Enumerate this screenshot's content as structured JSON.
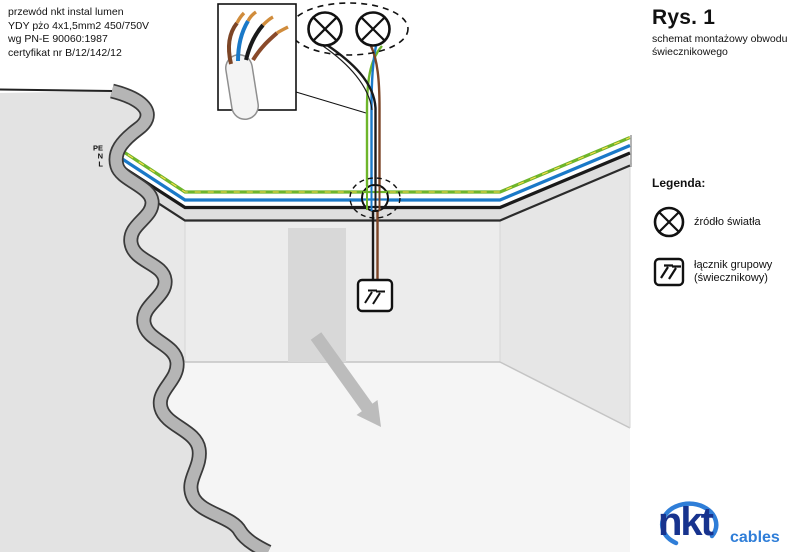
{
  "header": {
    "spec_lines": [
      "przewód nkt instal lumen",
      "YDY pżo 4x1,5mm2 450/750V",
      "wg PN-E 90060:1987",
      "certyfikat nr B/12/142/12"
    ],
    "figure_label": "Rys. 1",
    "figure_caption_line1": "schemat montażowy obwodu",
    "figure_caption_line2": "świecznikowego"
  },
  "diagram": {
    "wire_labels": {
      "pe": "PE",
      "n": "N",
      "l": "L"
    }
  },
  "legend": {
    "title": "Legenda:",
    "items": [
      {
        "label": "źródło światła"
      },
      {
        "label_line1": "łącznik grupowy",
        "label_line2": "(świecznikowy)"
      }
    ]
  },
  "logo": {
    "brand": "nkt",
    "suffix": "cables"
  },
  "colors": {
    "pe": "#6eb52b",
    "pe_stripe": "#ffd94d",
    "n": "#1a79c8",
    "l": "#1a1a1a",
    "aux_brown": "#7c4526",
    "copper": "#d08c3c",
    "logo_dark": "#17338e",
    "logo_light": "#2f7ed8"
  }
}
